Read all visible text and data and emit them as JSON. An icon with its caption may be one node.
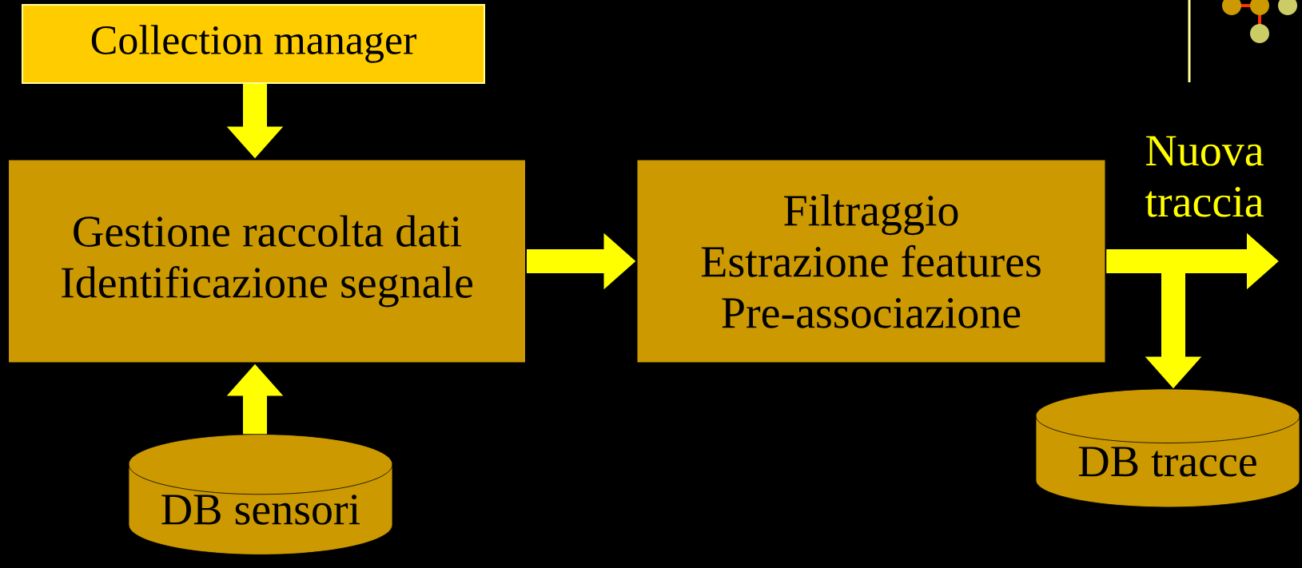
{
  "diagram": {
    "nodes": [
      {
        "text": [
          "Collection manager"
        ]
      },
      {
        "text": [
          "Gestione raccolta dati",
          "Identificazione segnale"
        ]
      },
      {
        "text": [
          "Filtraggio",
          "Estrazione features",
          "Pre-associazione"
        ]
      },
      {
        "text": [
          "DB sensori"
        ]
      },
      {
        "text": [
          "DB tracce"
        ]
      }
    ],
    "edges": [
      {
        "from": 0,
        "to": 1,
        "arrow": "to"
      },
      {
        "from": 3,
        "to": 1,
        "arrow": "to"
      },
      {
        "from": 1,
        "to": 2,
        "arrow": "to"
      },
      {
        "from": 2,
        "to": null,
        "arrow": "to",
        "label": "Nuova traccia"
      },
      {
        "from": 2,
        "to": 4,
        "arrow": "to"
      }
    ]
  }
}
